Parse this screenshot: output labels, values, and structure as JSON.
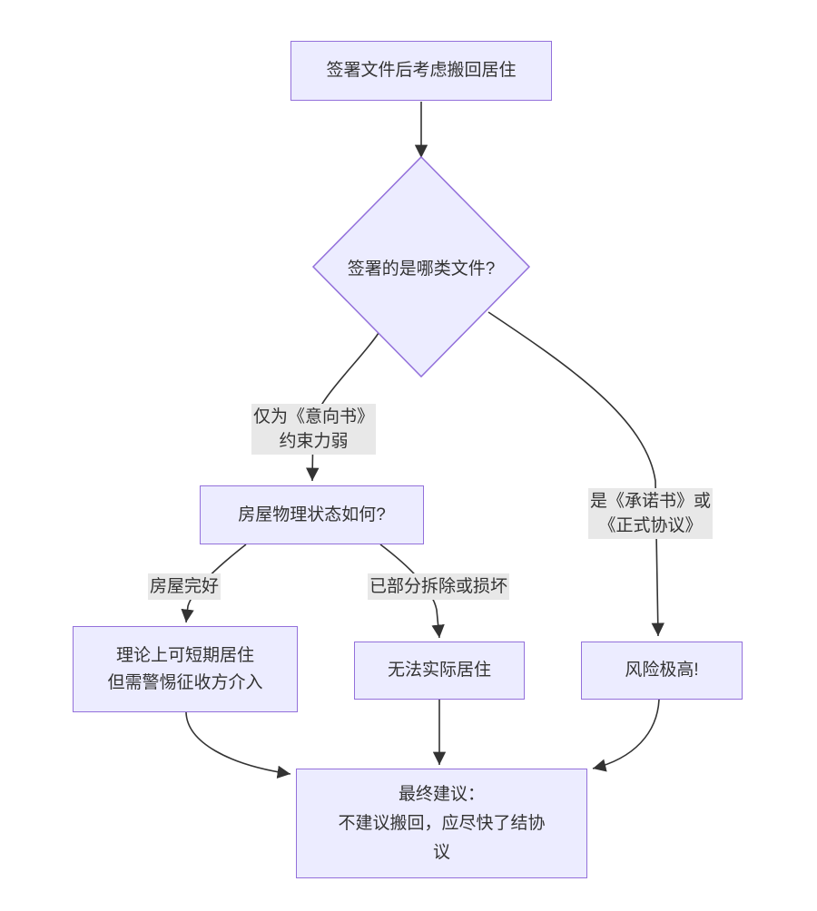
{
  "diagram": {
    "type": "flowchart",
    "nodes": {
      "start": {
        "label": "签署文件后考虑搬回居住"
      },
      "decision_doc_type": {
        "label": "签署的是哪类文件?"
      },
      "house_condition": {
        "label": "房屋物理状态如何?"
      },
      "outcome_short_stay": {
        "line1": "理论上可短期居住",
        "line2": "但需警惕征收方介入"
      },
      "outcome_cannot_live": {
        "label": "无法实际居住"
      },
      "outcome_high_risk": {
        "label": "风险极高!"
      },
      "final_advice": {
        "line1": "最终建议：",
        "line2": "不建议搬回，应尽快了结协议"
      }
    },
    "edge_labels": {
      "intent_letter": {
        "line1": "仅为《意向书》",
        "line2": "约束力弱"
      },
      "formal_agreement": {
        "line1": "是《承诺书》或",
        "line2": "《正式协议》"
      },
      "house_intact": {
        "label": "房屋完好"
      },
      "house_damaged": {
        "label": "已部分拆除或损坏"
      }
    },
    "colors": {
      "node_fill": "#ECECFF",
      "node_border": "#9370DB",
      "edge_line": "#333333",
      "edge_label_bg": "#e8e8e8",
      "text": "#333333",
      "background": "#ffffff"
    }
  }
}
